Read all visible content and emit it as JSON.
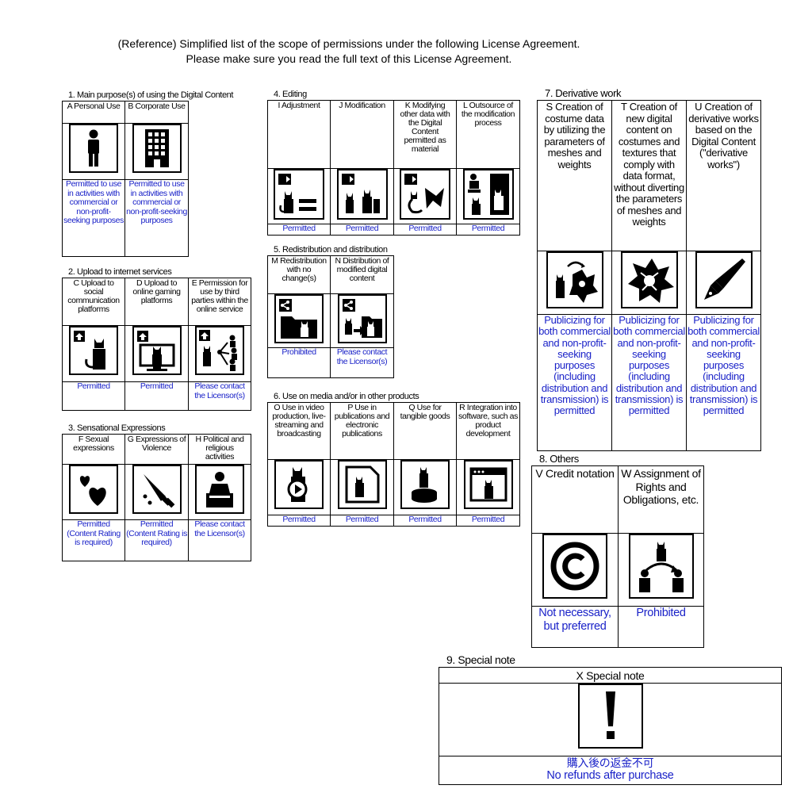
{
  "header": {
    "line1": "(Reference) Simplified list of the scope of permissions under the following License Agreement.",
    "line2": "Please make sure you read the full text of this License Agreement."
  },
  "s1": {
    "title": "1. Main purpose(s) of using the Digital Content",
    "items": [
      {
        "head": "A Personal Use",
        "icon": "person-icon",
        "status": "Permitted to use in activities with commercial or non-profit-seeking purposes"
      },
      {
        "head": "B Corporate Use",
        "icon": "building-icon",
        "status": "Permitted to use in activities with commercial or non-profit-seeking purposes"
      }
    ]
  },
  "s2": {
    "title": "2. Upload to internet services",
    "items": [
      {
        "head": "C Upload to social communication platforms",
        "icon": "upload-avatar-icon",
        "status": "Permitted"
      },
      {
        "head": "D Upload to online gaming platforms",
        "icon": "upload-monitor-icon",
        "status": "Permitted"
      },
      {
        "head": "E Permission for use by third parties within the online service",
        "icon": "share-people-icon",
        "status": "Please contact the Licensor(s)"
      }
    ]
  },
  "s3": {
    "title": "3. Sensational Expressions",
    "items": [
      {
        "head": "F Sexual expressions",
        "icon": "hearts-icon",
        "status": "Permitted (Content Rating is required)"
      },
      {
        "head": "G Expressions of Violence",
        "icon": "knife-icon",
        "status": "Permitted (Content Rating is required)"
      },
      {
        "head": "H Political and religious activities",
        "icon": "podium-icon",
        "status": "Please contact the Licensor(s)"
      }
    ]
  },
  "s4": {
    "title": "4. Editing",
    "items": [
      {
        "head": "I Adjustment",
        "icon": "adjust-icon",
        "status": "Permitted"
      },
      {
        "head": "J Modification",
        "icon": "modify-icon",
        "status": "Permitted"
      },
      {
        "head": "K Modifying other data with the Digital Content permitted as material",
        "icon": "material-icon",
        "status": "Permitted"
      },
      {
        "head": "L Outsource of the modification process",
        "icon": "outsource-icon",
        "status": "Permitted"
      }
    ]
  },
  "s5": {
    "title": "5. Redistribution and distribution",
    "items": [
      {
        "head": "M Redistribution with no change(s)",
        "icon": "share-folder-icon",
        "status": "Prohibited"
      },
      {
        "head": "N Distribution of modified digital content",
        "icon": "share-modified-icon",
        "status": "Please contact the Licensor(s)"
      }
    ]
  },
  "s6": {
    "title": "6. Use on media and/or in other products",
    "items": [
      {
        "head": "O Use in video production, live-streaming and broadcasting",
        "icon": "video-icon",
        "status": "Permitted"
      },
      {
        "head": "P Use in publications and electronic publications",
        "icon": "publication-icon",
        "status": "Permitted"
      },
      {
        "head": "Q Use for tangible goods",
        "icon": "figure-icon",
        "status": "Permitted"
      },
      {
        "head": "R Integration into software, such as product development",
        "icon": "software-icon",
        "status": "Permitted"
      }
    ]
  },
  "s7": {
    "title": "7. Derivative work",
    "items": [
      {
        "head": "S Creation of costume data by utilizing the parameters of meshes and weights",
        "icon": "costume-icon",
        "status": "Publicizing for both commercial and non-profit-seeking purposes (including distribution and transmission) is permitted"
      },
      {
        "head": "T Creation of new digital content on costumes and textures that comply with data format, without diverting the parameters of meshes and weights",
        "icon": "fabric-icon",
        "status": "Publicizing for both commercial and non-profit-seeking purposes (including distribution and transmission) is permitted"
      },
      {
        "head": "U Creation of derivative works based on the Digital Content (\"derivative works\")",
        "icon": "pen-icon",
        "status": "Publicizing for both commercial and non-profit-seeking purposes (including distribution and transmission) is permitted"
      }
    ]
  },
  "s8": {
    "title": "8. Others",
    "items": [
      {
        "head": "V Credit notation",
        "icon": "copyright-icon",
        "status": "Not necessary, but preferred"
      },
      {
        "head": "W Assignment of Rights and Obligations, etc.",
        "icon": "transfer-icon",
        "status": "Prohibited"
      }
    ]
  },
  "s9": {
    "title": "9. Special note",
    "head": "X Special note",
    "icon": "exclamation-icon",
    "status_jp": "購入後の返金不可",
    "status_en": "No refunds after purchase"
  },
  "colors": {
    "status": "#1a22c8",
    "border": "#000000"
  }
}
